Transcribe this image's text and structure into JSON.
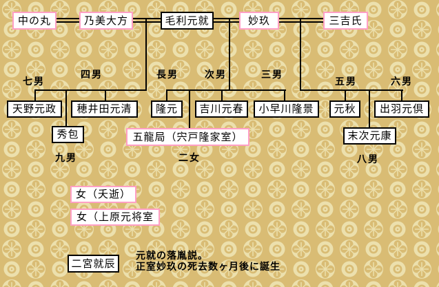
{
  "family_tree": {
    "parents": [
      {
        "name": "中の丸",
        "gender": "female"
      },
      {
        "name": "乃美大方",
        "gender": "female"
      },
      {
        "name": "毛利元就",
        "gender": "male"
      },
      {
        "name": "妙玖",
        "gender": "female"
      },
      {
        "name": "三吉氏",
        "gender": "female"
      }
    ],
    "children": [
      {
        "name": "天野元政",
        "birth_order": "七男",
        "mother": "乃美大方"
      },
      {
        "name": "穂井田元清",
        "birth_order": "四男",
        "mother": "乃美大方"
      },
      {
        "name": "秀包",
        "birth_order": "九男",
        "mother": "乃美大方"
      },
      {
        "name": "隆元",
        "birth_order": "長男",
        "mother": "妙玖"
      },
      {
        "name": "吉川元春",
        "birth_order": "次男",
        "mother": "妙玖"
      },
      {
        "name": "小早川隆景",
        "birth_order": "三男",
        "mother": "妙玖"
      },
      {
        "name": "五龍局（宍戸隆家室）",
        "birth_order": "二女",
        "mother": "妙玖"
      },
      {
        "name": "元秋",
        "birth_order": "五男",
        "mother": "三吉氏"
      },
      {
        "name": "出羽元倶",
        "birth_order": "六男",
        "mother": "三吉氏"
      },
      {
        "name": "末次元康",
        "birth_order": "八男",
        "mother": "三吉氏"
      }
    ],
    "unplaced_children": [
      {
        "name": "女（夭逝）",
        "gender": "female"
      },
      {
        "name": "女（上原元将室",
        "gender": "female"
      }
    ],
    "disputed_child": {
      "name": "二宮就辰",
      "note_line1": "元就の落胤説。",
      "note_line2": "正室妙玖の死去数ヶ月後に誕生"
    }
  },
  "colors": {
    "male_box_border": "#000000",
    "female_box_border": "#ff9fc5",
    "box_fill": "#ffffff",
    "connector_line": "#000000",
    "background_base": "#d9bc74",
    "background_motif": "#ece0ad"
  }
}
